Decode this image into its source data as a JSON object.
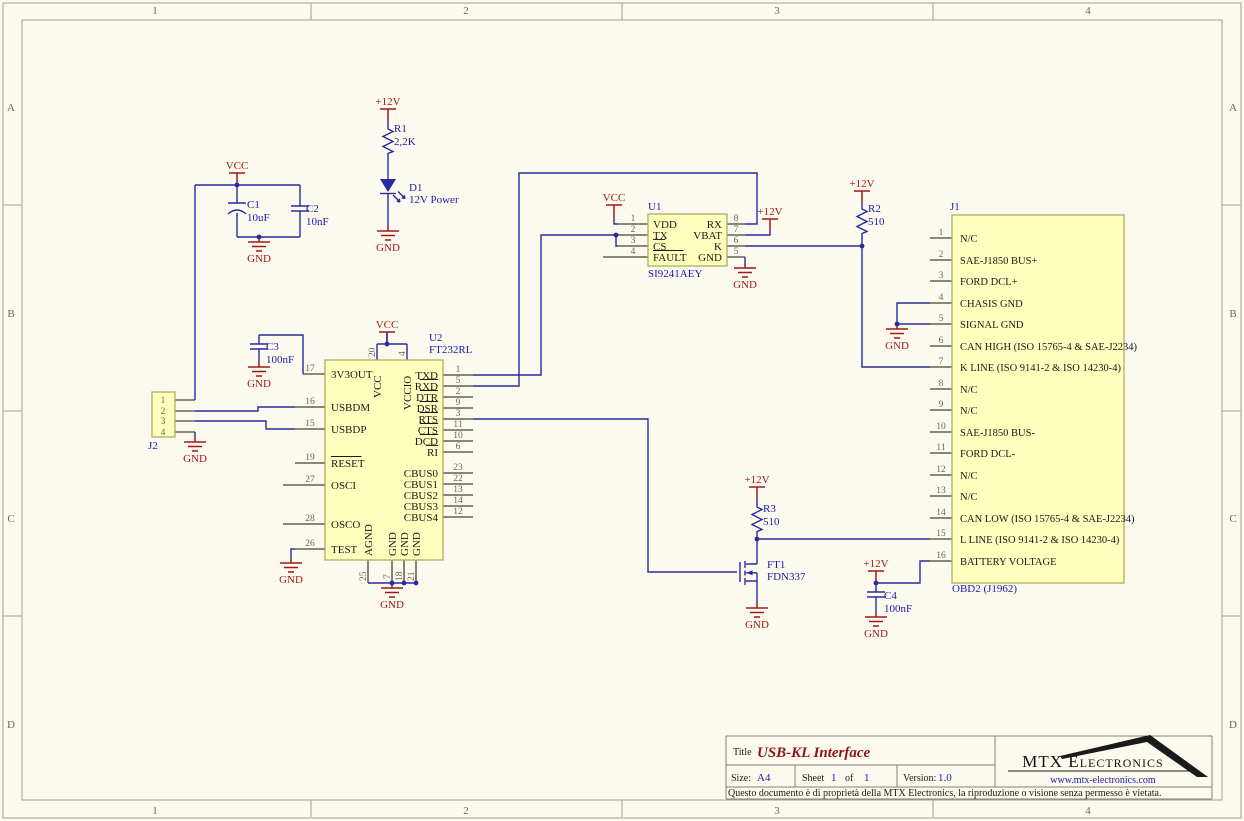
{
  "sheet": {
    "zones_cols": [
      "1",
      "2",
      "3",
      "4"
    ],
    "zones_rows": [
      "A",
      "B",
      "C",
      "D"
    ]
  },
  "nets": {
    "vcc": "VCC",
    "p12v": "+12V",
    "gnd": "GND"
  },
  "colors": {
    "wire": "#2a2aa0",
    "power": "#a01818",
    "component_fill": "#ffffbe",
    "component_border": "#a8a858",
    "label_blue": "#1a1aae"
  },
  "title_block": {
    "title_label": "Title",
    "title": "USB-KL Interface",
    "size_label": "Size:",
    "size": "A4",
    "sheet_label": "Sheet",
    "sheet_num": "1",
    "of_label": "of",
    "of_total": "1",
    "version_label": "Version:",
    "version": "1.0",
    "company": "MTX Electronics",
    "website": "www.mtx-electronics.com",
    "disclaimer": "Questo documento è di proprietà della MTX Electronics, la riproduzione o visione senza permesso è vietata."
  },
  "components": {
    "u1": {
      "designator": "U1",
      "part": "SI9241AEY",
      "left_pins": [
        {
          "num": "1",
          "name": "VDD"
        },
        {
          "num": "2",
          "name": "TX"
        },
        {
          "num": "3",
          "name": "CS",
          "bar": true
        },
        {
          "num": "4",
          "name": "FAULT",
          "bar": true
        }
      ],
      "right_pins": [
        {
          "num": "8",
          "name": "RX"
        },
        {
          "num": "7",
          "name": "VBAT"
        },
        {
          "num": "6",
          "name": "K"
        },
        {
          "num": "5",
          "name": "GND"
        }
      ]
    },
    "u2": {
      "designator": "U2",
      "part": "FT232RL",
      "left_pins": [
        {
          "num": "17",
          "name": "3V3OUT"
        },
        {
          "num": "16",
          "name": "USBDM"
        },
        {
          "num": "15",
          "name": "USBDP"
        },
        {
          "num": "19",
          "name": "RESET",
          "bar": true
        },
        {
          "num": "27",
          "name": "OSCI"
        },
        {
          "num": "28",
          "name": "OSCO"
        },
        {
          "num": "26",
          "name": "TEST"
        }
      ],
      "right_pins": [
        {
          "num": "1",
          "name": "TXD"
        },
        {
          "num": "5",
          "name": "RXD",
          "bar": true
        },
        {
          "num": "2",
          "name": "DTR",
          "bar": true
        },
        {
          "num": "9",
          "name": "DSR",
          "bar": true
        },
        {
          "num": "3",
          "name": "RTS",
          "bar": true
        },
        {
          "num": "11",
          "name": "CTS",
          "bar": true
        },
        {
          "num": "10",
          "name": "DCD",
          "bar": true
        },
        {
          "num": "6",
          "name": "RI",
          "bar": true
        },
        {
          "num": "23",
          "name": "CBUS0"
        },
        {
          "num": "22",
          "name": "CBUS1"
        },
        {
          "num": "13",
          "name": "CBUS2"
        },
        {
          "num": "14",
          "name": "CBUS3"
        },
        {
          "num": "12",
          "name": "CBUS4"
        }
      ],
      "top_pins": [
        {
          "num": "20",
          "name": "VCC"
        },
        {
          "num": "4",
          "name": "VCCIO"
        }
      ],
      "bottom_pins": [
        {
          "num": "25",
          "name": "AGND"
        },
        {
          "num": "7",
          "name": "GND"
        },
        {
          "num": "18",
          "name": "GND"
        },
        {
          "num": "21",
          "name": "GND"
        }
      ]
    },
    "j1": {
      "designator": "J1",
      "label": "OBD2 (J1962)",
      "pins": [
        {
          "num": "1",
          "name": "N/C"
        },
        {
          "num": "2",
          "name": "SAE-J1850 BUS+"
        },
        {
          "num": "3",
          "name": "FORD DCL+"
        },
        {
          "num": "4",
          "name": "CHASIS GND"
        },
        {
          "num": "5",
          "name": "SIGNAL GND"
        },
        {
          "num": "6",
          "name": "CAN HIGH (ISO 15765-4 & SAE-J2234)"
        },
        {
          "num": "7",
          "name": "K LINE (ISO 9141-2 & ISO 14230-4)"
        },
        {
          "num": "8",
          "name": "N/C"
        },
        {
          "num": "9",
          "name": "N/C"
        },
        {
          "num": "10",
          "name": "SAE-J1850 BUS-"
        },
        {
          "num": "11",
          "name": "FORD DCL-"
        },
        {
          "num": "12",
          "name": "N/C"
        },
        {
          "num": "13",
          "name": "N/C"
        },
        {
          "num": "14",
          "name": "CAN LOW (ISO 15765-4 & SAE-J2234)"
        },
        {
          "num": "15",
          "name": "L LINE (ISO 9141-2 & ISO 14230-4)"
        },
        {
          "num": "16",
          "name": "BATTERY VOLTAGE"
        }
      ]
    },
    "j2": {
      "designator": "J2",
      "pins": [
        "1",
        "2",
        "3",
        "4"
      ]
    },
    "r1": {
      "designator": "R1",
      "value": "2,2K"
    },
    "r2": {
      "designator": "R2",
      "value": "510"
    },
    "r3": {
      "designator": "R3",
      "value": "510"
    },
    "c1": {
      "designator": "C1",
      "value": "10uF"
    },
    "c2": {
      "designator": "C2",
      "value": "10nF"
    },
    "c3": {
      "designator": "C3",
      "value": "100nF"
    },
    "c4": {
      "designator": "C4",
      "value": "100nF"
    },
    "d1": {
      "designator": "D1",
      "label": "12V Power"
    },
    "ft1": {
      "designator": "FT1",
      "part": "FDN337"
    }
  }
}
